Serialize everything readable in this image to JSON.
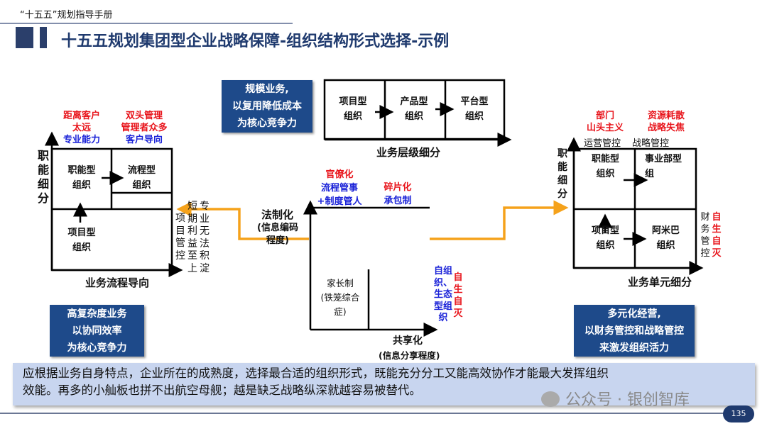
{
  "header": {
    "doc_title": "“十五五”规划指导手册",
    "page_title": "十五五规划集团型企业战略保障-组织结构形式选择-示例",
    "page_number": "135"
  },
  "left": {
    "y_axis": "职能细分",
    "x_axis": "业务流程导向",
    "top1": [
      "距离客户",
      "太远"
    ],
    "top1_blue": "专业能力",
    "top2": [
      "双头管理",
      "管理者众多"
    ],
    "top2_blue": "客户导向",
    "cells": {
      "functional": [
        "职能型",
        "组织"
      ],
      "process": [
        "流程型",
        "组织"
      ],
      "project": [
        "项目型",
        "组织"
      ]
    },
    "side_cols": [
      "项目管控",
      "短期利益至上",
      "专业无法积淀"
    ],
    "box": [
      "高复杂度业务",
      "以协同效率",
      "为核心竞争力"
    ]
  },
  "top": {
    "box": [
      "规模业务,",
      "以复用降低成本",
      "为核心竞争力"
    ],
    "cells": [
      [
        "项目型",
        "组织"
      ],
      [
        "产品型",
        "组织"
      ],
      [
        "平台型",
        "组织"
      ]
    ],
    "x_axis": "业务层级细分"
  },
  "middle": {
    "y_label": "法制化",
    "y_sub": [
      "(信息编码",
      "程度)"
    ],
    "tl_red": "官僚化",
    "tl_blue": [
      "流程管事",
      "+制度管人"
    ],
    "tr_red": "碎片化",
    "tr_blue": "承包制",
    "bl": [
      "家长制",
      "(铁笼综合",
      "症)"
    ],
    "br_blue": "自组织、生态型组织",
    "br_red": "自生自灭",
    "x_label": "共享化",
    "x_sub": "(信息分享程度)"
  },
  "right": {
    "y_axis": "职能细分",
    "x_axis": "业务单元细分",
    "top1": [
      "部门",
      "山头主义"
    ],
    "top2": [
      "资源耗散",
      "战略失焦"
    ],
    "ctrl1": "运营管控",
    "ctrl2": "战略管控",
    "cells": {
      "functional": [
        "职能型",
        "组织"
      ],
      "division": [
        "事业部型",
        "组"
      ],
      "project": [
        "项目型",
        "组织"
      ],
      "amoeba": [
        "阿米巴",
        "组织"
      ]
    },
    "side_black": "财务管控",
    "side_red": "自生自灭",
    "box": [
      "多元化经营,",
      "以财务管控和战略管控",
      "来激发组织活力"
    ]
  },
  "summary": [
    "应根据业务自身特点，企业所在的成熟度，选择最合适的组织形式，既能充分分工又能高效协作才能最大发挥组织",
    "效能。再多的小舢板也拼不出航空母舰；越是缺乏战略纵深就越容易被替代。"
  ],
  "watermark": "公众号 · 银创智库",
  "colors": {
    "navy": "#1e4a8a",
    "orange": "#f5a21b",
    "summary_bg": "#c8d5ef"
  }
}
